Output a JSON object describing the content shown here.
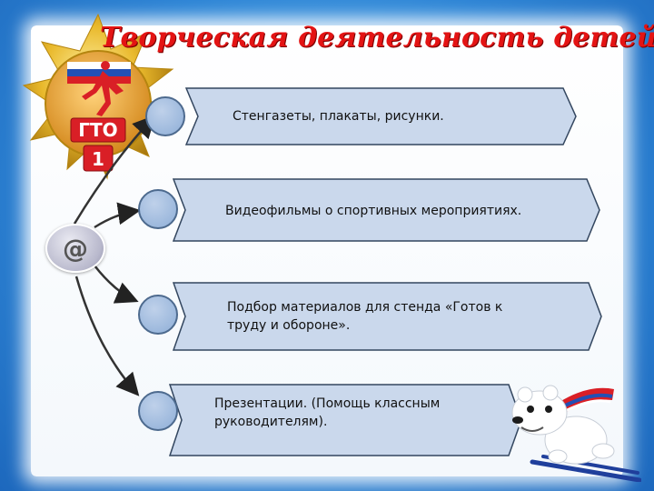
{
  "title": "Творческая деятельность детей",
  "medal": {
    "label_top": "ГТО",
    "label_num": "1"
  },
  "center_icon": "@",
  "items": [
    {
      "text": "Стенгазеты, плакаты, рисунки."
    },
    {
      "text": "Видеофильмы о спортивных мероприятиях."
    },
    {
      "text": "Подбор материалов для стенда «Готов к труду и обороне»."
    },
    {
      "text": "Презентации. (Помощь классным руководителям)."
    }
  ],
  "colors": {
    "title": "#e41414",
    "box_fill": "#cad8ec",
    "box_stroke": "#33465f",
    "background": "#2f86d6"
  }
}
